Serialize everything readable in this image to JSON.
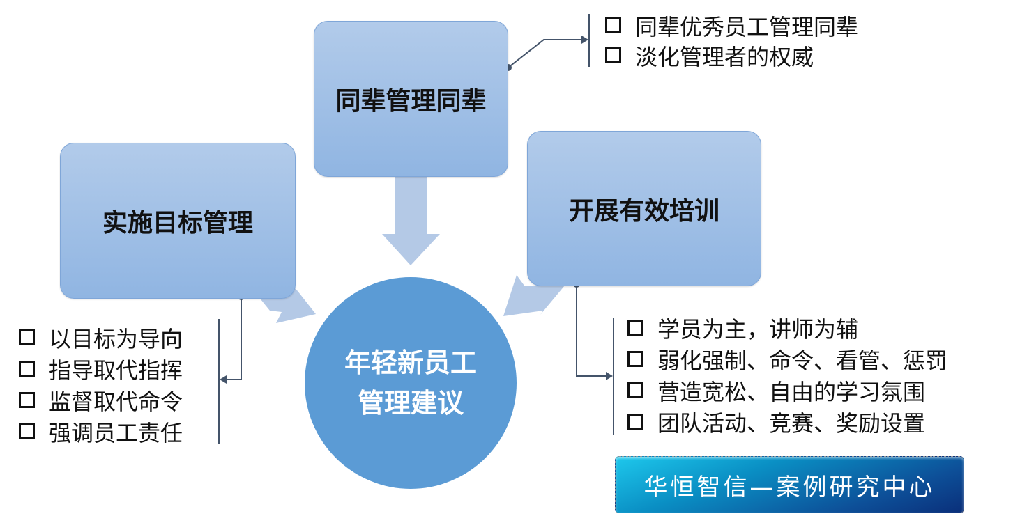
{
  "center": {
    "line1": "年轻新员工",
    "line2": "管理建议"
  },
  "boxes": {
    "goal": "实施目标管理",
    "peer": "同辈管理同辈",
    "training": "开展有效培训"
  },
  "lists": {
    "goal": [
      "以目标为导向",
      "指导取代指挥",
      "监督取代命令",
      "强调员工责任"
    ],
    "peer": [
      "同辈优秀员工管理同辈",
      "淡化管理者的权威"
    ],
    "training": [
      "学员为主，讲师为辅",
      "弱化强制、命令、看管、惩罚",
      "营造宽松、自由的学习氛围",
      "团队活动、竞赛、奖励设置"
    ]
  },
  "logo": "华恒智信—案例研究中心",
  "colors": {
    "box": "#9dbde6",
    "circle": "#5b9bd5",
    "arrow": "#b4c9e6",
    "connector": "#44546a"
  }
}
